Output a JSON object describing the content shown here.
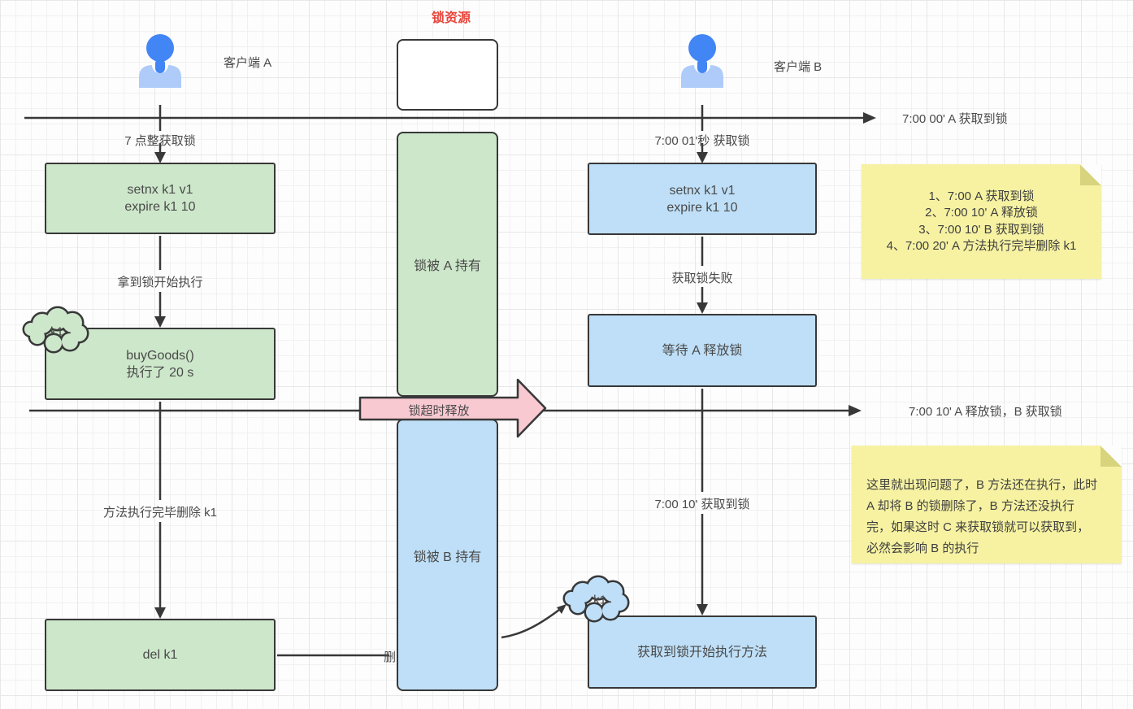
{
  "title": "锁资源",
  "actors": {
    "a": "客户端 A",
    "b": "客户端 B"
  },
  "timeline1": {
    "label": "7:00 00' A 获取到锁"
  },
  "timeline2": {
    "label": "7:00 10' A 释放锁，B 获取锁"
  },
  "lane_a": {
    "acquire_label": "7 点整获取锁",
    "box1": {
      "line1": "setnx k1 v1",
      "line2": "expire k1 10"
    },
    "edge1": "拿到锁开始执行",
    "cloud": "k1",
    "box2": {
      "line1": "buyGoods()",
      "line2": "执行了 20 s"
    },
    "edge2": "方法执行完毕删除 k1",
    "box3": "del k1",
    "del_label": "删"
  },
  "lane_b": {
    "acquire_label": "7:00 01'秒 获取锁",
    "box1": {
      "line1": "setnx k1 v1",
      "line2": "expire k1 10"
    },
    "edge1": "获取锁失败",
    "box2": "等待 A 释放锁",
    "edge2": "7:00 10' 获取到锁",
    "box3": "获取到锁开始执行方法",
    "cloud": "k1"
  },
  "resource": {
    "held_by_a": "锁被 A 持有",
    "held_by_b": "锁被 B 持有",
    "timeout_release": "锁超时释放"
  },
  "note1": {
    "lines": [
      "1、7:00 A 获取到锁",
      "2、7:00 10' A 释放锁",
      "3、7:00 10' B 获取到锁",
      "4、7:00 20' A 方法执行完毕删除 k1"
    ]
  },
  "note2": {
    "lines": [
      "这里就出现问题了，B 方法还在执行，此时",
      "A 却将 B 的锁删除了，B 方法还没执行",
      "完，如果这时 C 来获取锁就可以获取到，",
      "必然会影响 B 的执行"
    ]
  },
  "colors": {
    "stroke": "#383838",
    "green_fill": "#cde7ca",
    "blue_fill": "#bedff7",
    "pink_fill": "#f9c9d2",
    "yellow_note": "#f6f2a2",
    "note_fold": "#d8d47e",
    "title_red": "#e8463c",
    "avatar_head": "#4285f4",
    "avatar_body": "#aecbfa"
  }
}
